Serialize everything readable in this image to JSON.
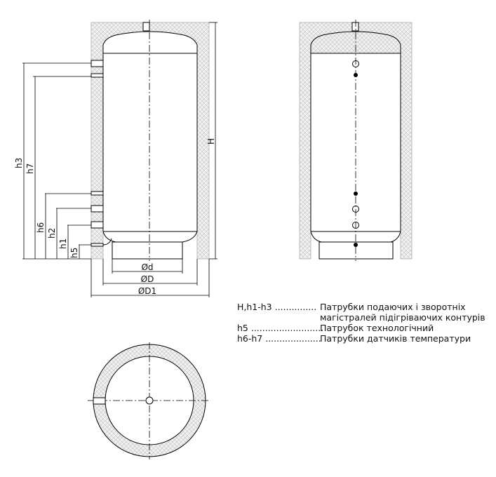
{
  "dimensions": {
    "H": "H",
    "h1": "h1",
    "h2": "h2",
    "h3": "h3",
    "h5": "h5",
    "h6": "h6",
    "h7": "h7",
    "d": "Ød",
    "D": "ØD",
    "D1": "ØD1"
  },
  "legend": [
    {
      "key": "H,h1-h3 ...............",
      "desc": "Патрубки подаючих і зворотніх"
    },
    {
      "key": "",
      "desc": "магістралей підігріваючих контурів"
    },
    {
      "key": "h5 ..........................",
      "desc": "Патрубок технологічний"
    },
    {
      "key": "h6-h7 ....................",
      "desc": "Патрубки датчиків температури"
    }
  ]
}
